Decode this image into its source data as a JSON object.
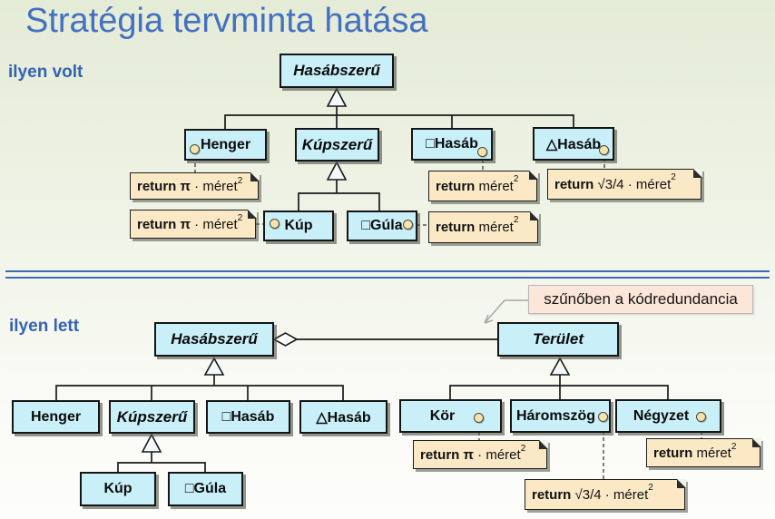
{
  "title": "Stratégia tervminta hatása",
  "labels": {
    "before": "ilyen volt",
    "after": "ilyen lett"
  },
  "annotation": {
    "text": "szűnőben a kódredundancia"
  },
  "classes": {
    "before": {
      "root": "Hasábszerű",
      "henger": "Henger",
      "kupszeru": "Kúpszerű",
      "hasab": "□Hasáb",
      "trihasab": "△Hasáb",
      "kup": "Kúp",
      "gula": "□Gúla"
    },
    "after": {
      "root": "Hasábszerű",
      "terulet": "Terület",
      "henger": "Henger",
      "kupszeru": "Kúpszerű",
      "hasab": "□Hasáb",
      "trihasab": "△Hasáb",
      "kup": "Kúp",
      "gula": "□Gúla",
      "kor": "Kör",
      "haromszog": "Háromszög",
      "negyzet": "Négyzet"
    }
  },
  "notes": {
    "pi": {
      "pre": "return π",
      "mid": " · méret",
      "sup": "2"
    },
    "plain": {
      "pre": "return",
      "mid": " méret",
      "sup": "2"
    },
    "sqrt": {
      "pre": "return",
      "mid": " √3/4 · méret",
      "sup": "2"
    }
  },
  "colors": {
    "title_text": "#4470c2",
    "section_label": "#3363b4",
    "divider_line": "#3d6cb5",
    "class_box_fill": "#c9f0f9",
    "note_fill": "#fbe9c6",
    "annotation_fill": "#fce5d9",
    "connector": "#1a1a1a",
    "arrow_gray": "#a8a8a8",
    "dot_fill": "#f8e3af"
  }
}
